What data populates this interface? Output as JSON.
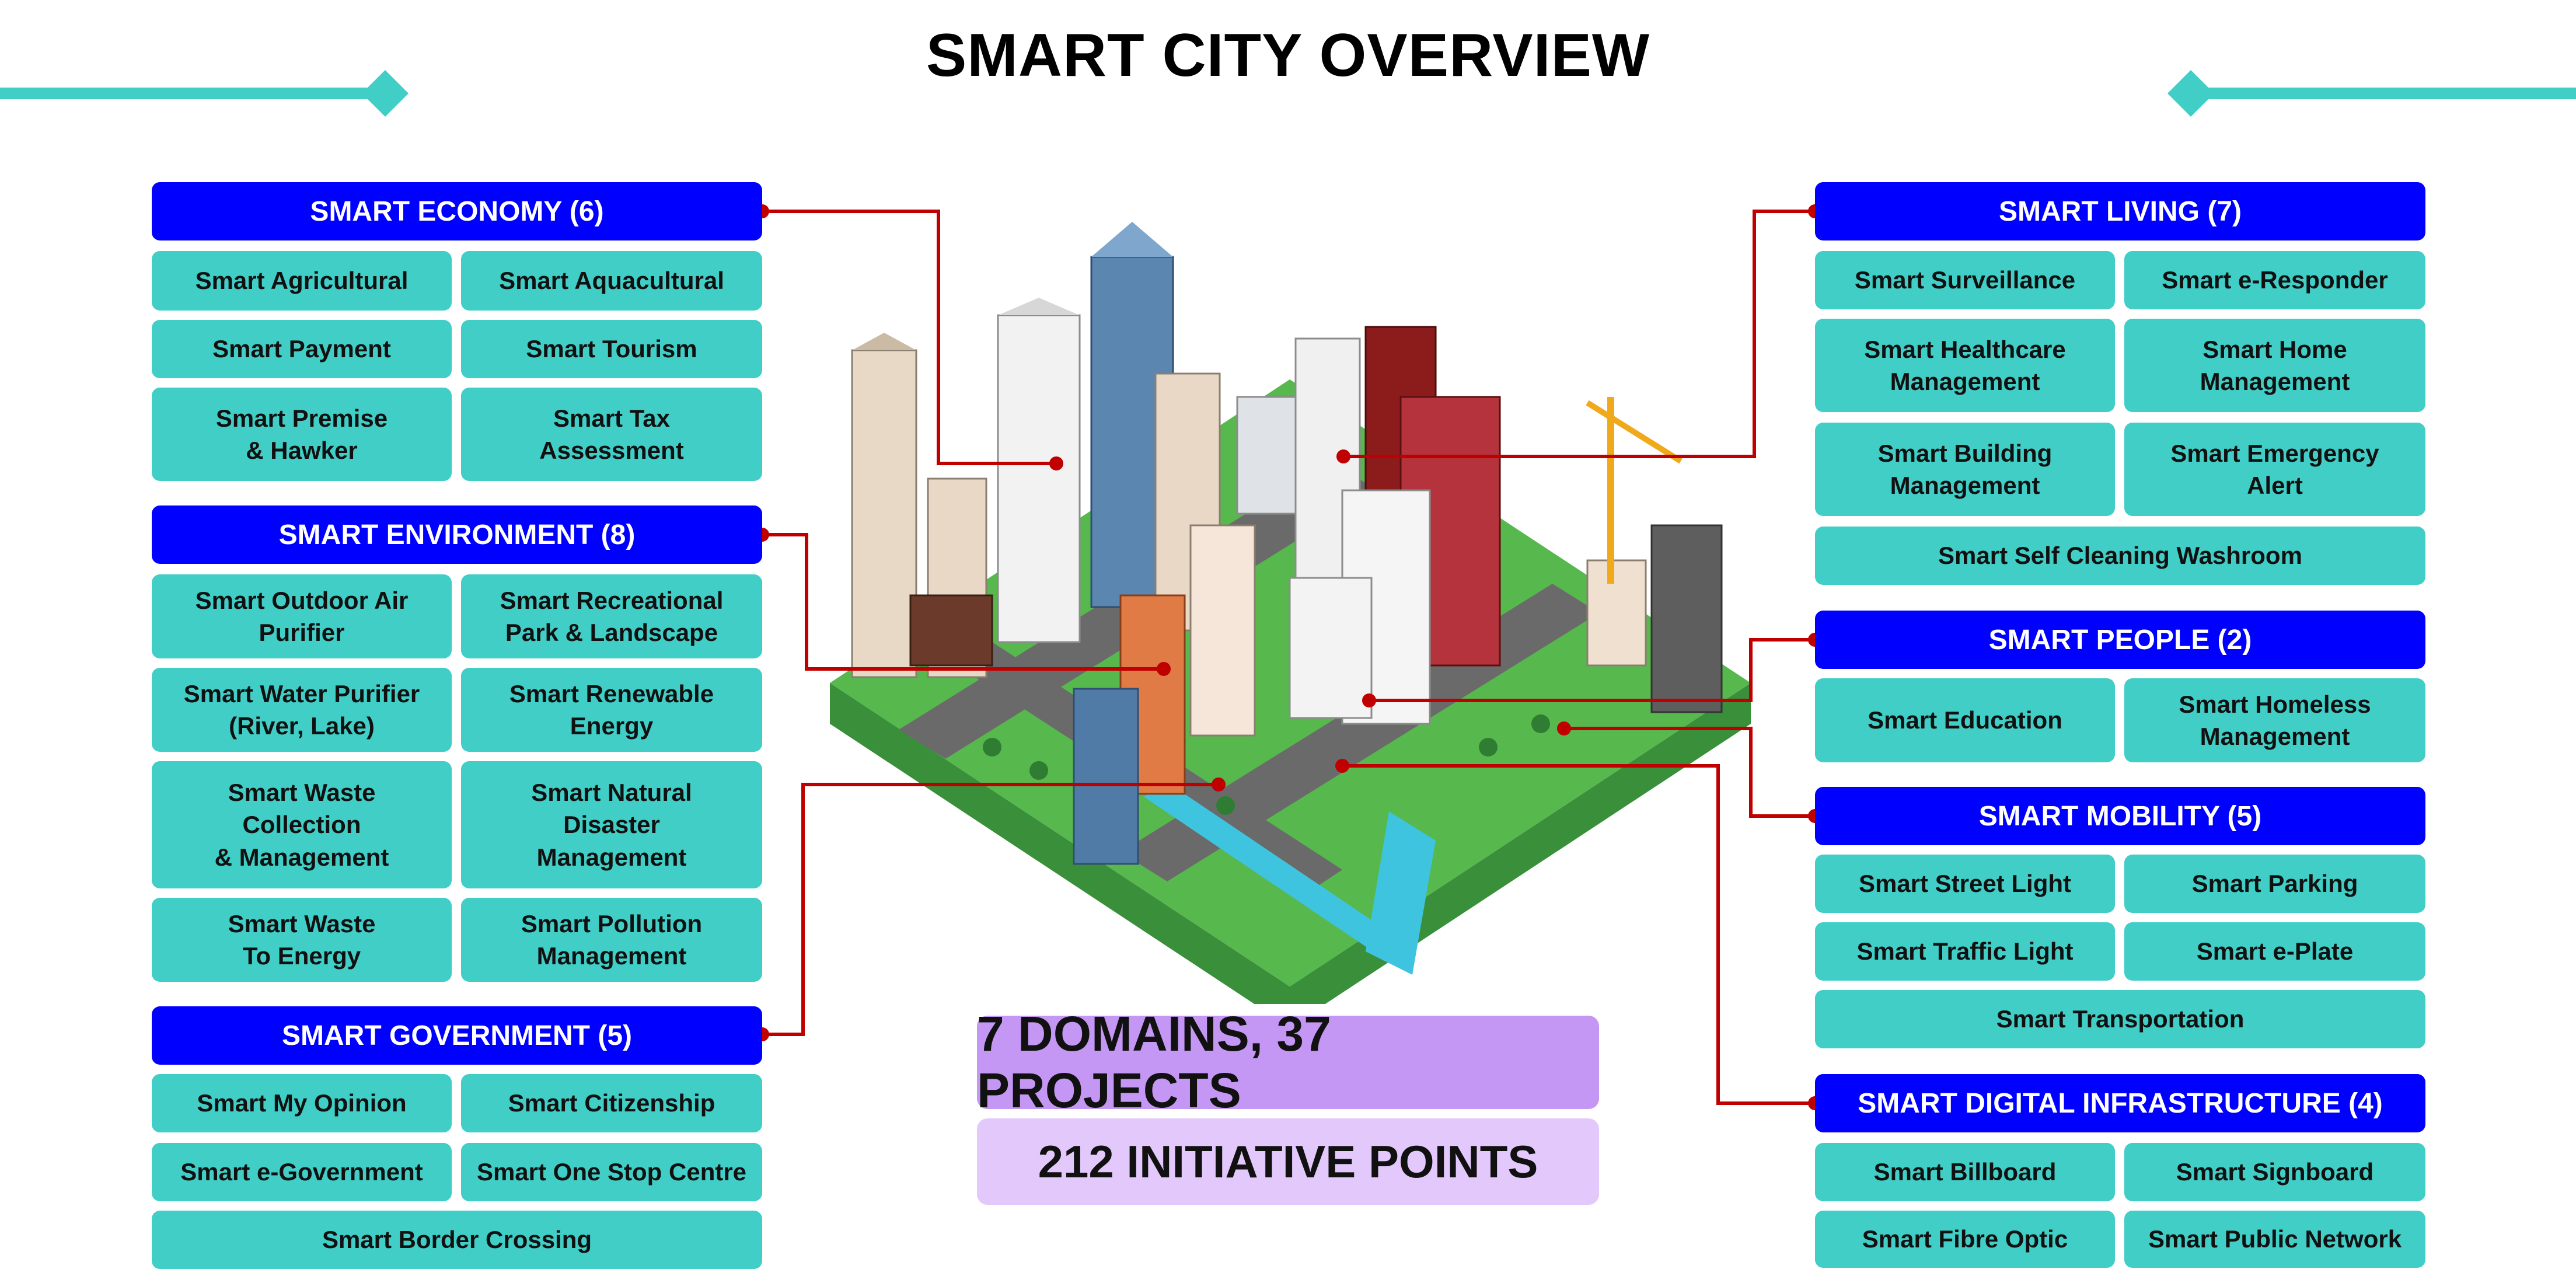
{
  "title": "SMART CITY OVERVIEW",
  "colors": {
    "accent": "#40cec7",
    "header": "#0000ff",
    "connector": "#c00000",
    "stat_primary": "#c597f4",
    "stat_secondary": "#e3c8fb"
  },
  "domains": {
    "economy": {
      "title": "SMART ECONOMY (6)",
      "items": [
        "Smart Agricultural",
        "Smart Aquacultural",
        "Smart Payment",
        "Smart Tourism",
        "Smart Premise\n& Hawker",
        "Smart Tax\nAssessment"
      ]
    },
    "environment": {
      "title": "SMART ENVIRONMENT (8)",
      "items": [
        "Smart Outdoor Air\nPurifier",
        "Smart Recreational\nPark & Landscape",
        "Smart Water Purifier\n(River, Lake)",
        "Smart Renewable\nEnergy",
        "Smart Waste\nCollection\n& Management",
        "Smart Natural\nDisaster\nManagement",
        "Smart Waste\nTo Energy",
        "Smart Pollution\nManagement"
      ]
    },
    "government": {
      "title": "SMART GOVERNMENT (5)",
      "items": [
        "Smart My Opinion",
        "Smart Citizenship",
        "Smart e-Government",
        "Smart One Stop Centre",
        "Smart Border Crossing"
      ]
    },
    "living": {
      "title": "SMART LIVING (7)",
      "items": [
        "Smart Surveillance",
        "Smart e-Responder",
        "Smart Healthcare\nManagement",
        "Smart Home\nManagement",
        "Smart Building\nManagement",
        "Smart Emergency\nAlert",
        "Smart Self Cleaning Washroom"
      ]
    },
    "people": {
      "title": "SMART PEOPLE (2)",
      "items": [
        "Smart Education",
        "Smart Homeless\nManagement"
      ]
    },
    "mobility": {
      "title": "SMART MOBILITY (5)",
      "items": [
        "Smart Street Light",
        "Smart Parking",
        "Smart Traffic Light",
        "Smart e-Plate",
        "Smart Transportation"
      ]
    },
    "digital": {
      "title": "SMART DIGITAL INFRASTRUCTURE (4)",
      "items": [
        "Smart Billboard",
        "Smart Signboard",
        "Smart Fibre Optic",
        "Smart Public Network"
      ]
    }
  },
  "stats": {
    "primary": "7 DOMAINS, 37 PROJECTS",
    "secondary": "212 INITIATIVE POINTS"
  }
}
